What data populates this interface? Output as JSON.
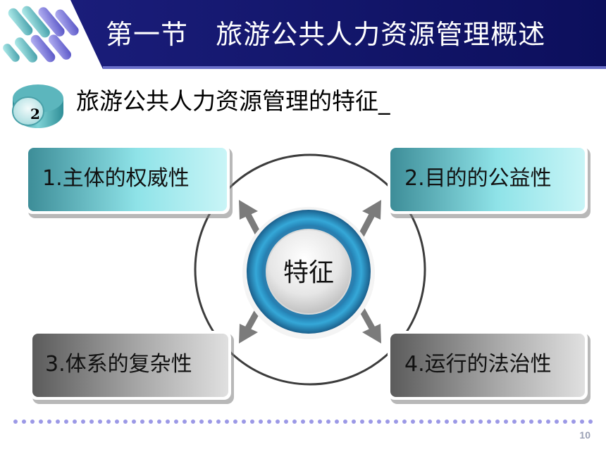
{
  "header": {
    "title": "第一节   旅游公共人力资源管理概述"
  },
  "section": {
    "number": "2",
    "title": "旅游公共人力资源管理的特征_"
  },
  "diagram": {
    "center": "特征",
    "items": [
      "1.主体的权威性",
      "2.目的的公益性",
      "3.体系的复杂性",
      "4.运行的法治性"
    ]
  },
  "footer": {
    "page_number": "10"
  }
}
